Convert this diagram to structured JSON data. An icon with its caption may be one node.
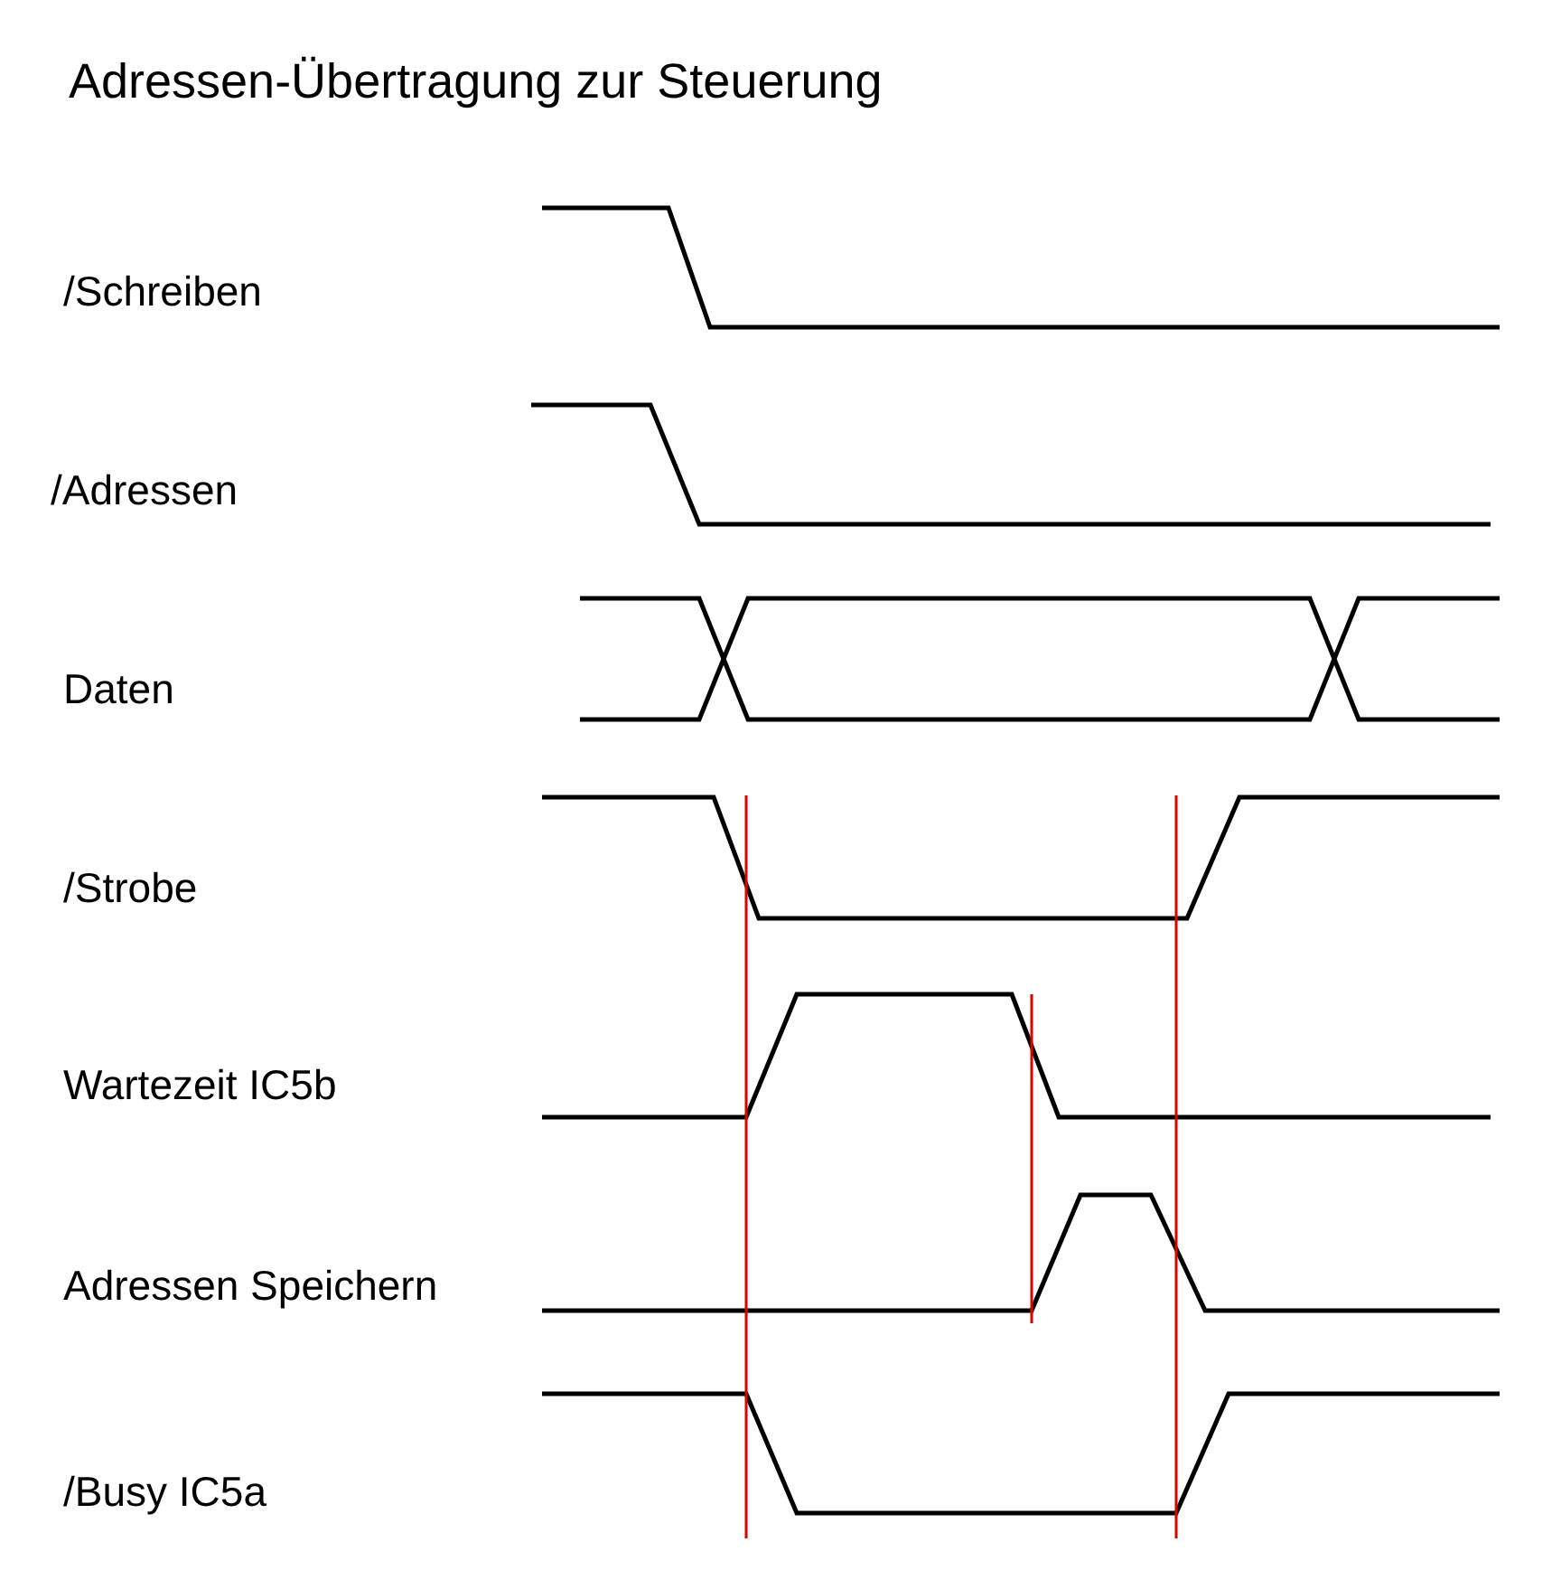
{
  "diagram": {
    "title": "Adressen-Übertragung zur Steuerung",
    "labels": [
      "/Schreiben",
      "/Adressen",
      "Daten",
      "/Strobe",
      "Wartezeit IC5b",
      "Adressen Speichern",
      "/Busy IC5a"
    ]
  }
}
